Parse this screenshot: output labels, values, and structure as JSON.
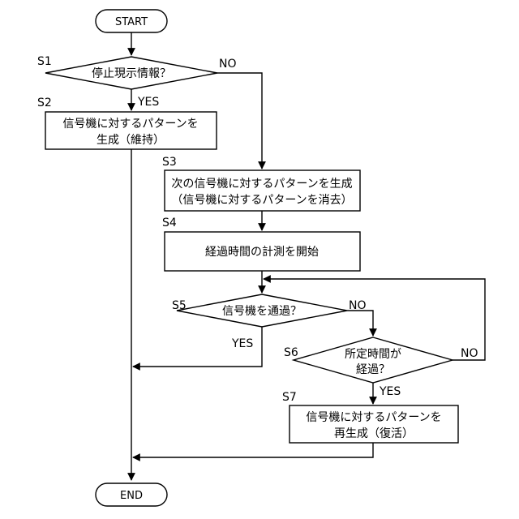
{
  "terminals": {
    "start": "START",
    "end": "END"
  },
  "steps": {
    "s1": {
      "label": "S1",
      "text": "停止現示情報？"
    },
    "s2": {
      "label": "S2",
      "line1": "信号機に対するパターンを",
      "line2": "生成（維持）"
    },
    "s3": {
      "label": "S3",
      "line1": "次の信号機に対するパターンを生成",
      "line2": "（信号機に対するパターンを消去）"
    },
    "s4": {
      "label": "S4",
      "text": "経過時間の計測を開始"
    },
    "s5": {
      "label": "S5",
      "text": "信号機を通過？"
    },
    "s6": {
      "label": "S6",
      "line1": "所定時間が",
      "line2": "経過？"
    },
    "s7": {
      "label": "S7",
      "line1": "信号機に対するパターンを",
      "line2": "再生成（復活）"
    }
  },
  "branches": {
    "s1_yes": "YES",
    "s1_no": "NO",
    "s5_yes": "YES",
    "s5_no": "NO",
    "s6_yes": "YES",
    "s6_no": "NO"
  }
}
